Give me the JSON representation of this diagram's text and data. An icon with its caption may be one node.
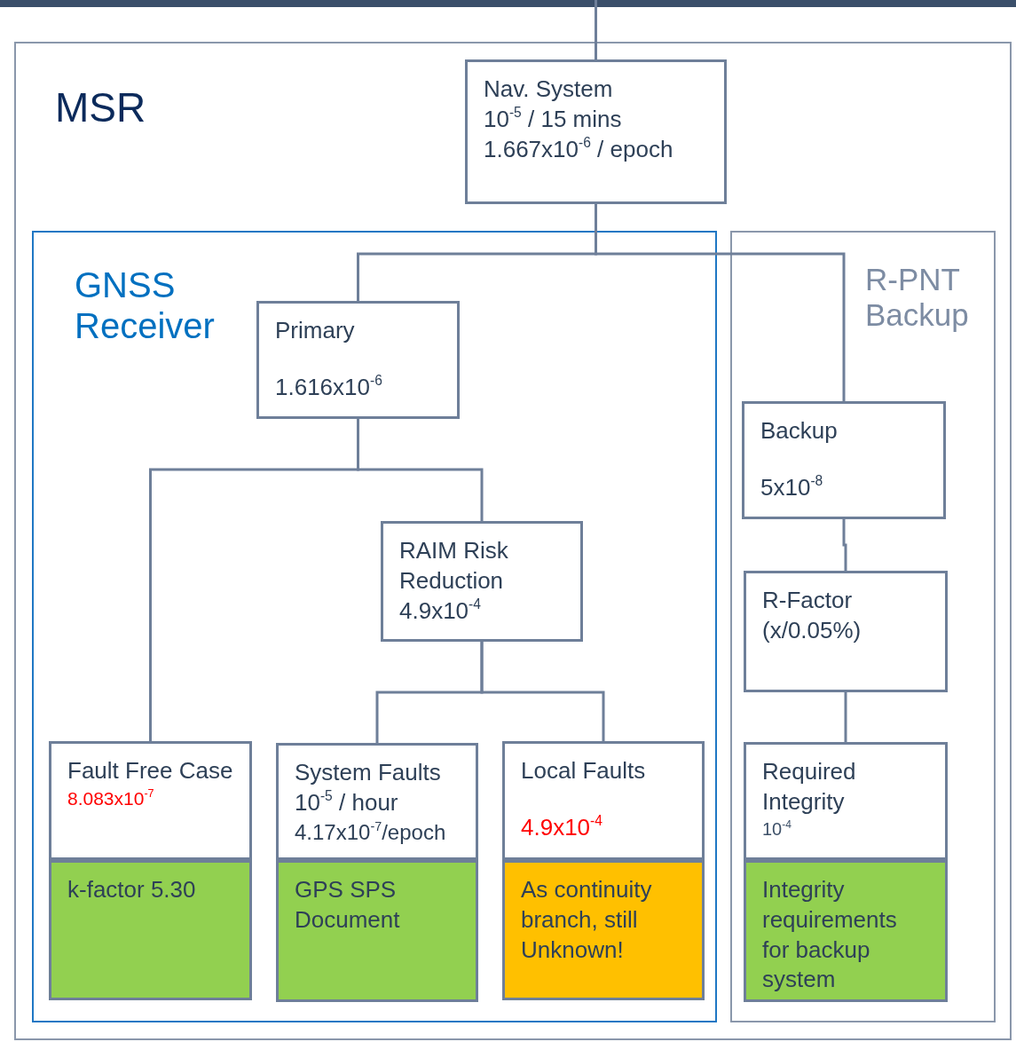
{
  "diagram": {
    "nodes": [
      {
        "text": [
          "MSR"
        ]
      },
      {
        "text": [
          "Nav. System",
          "10$^{-5}$ / 15 mins",
          "1.667x10$^{-6}$ / epoch"
        ],
        "in": 0
      },
      {
        "text": [
          "GNSS Receiver"
        ],
        "in": 0
      },
      {
        "text": [
          "Primary",
          "1.616x10$^{-6}$"
        ],
        "in": 2
      },
      {
        "text": [
          "RAIM Risk Reduction",
          "4.9x10$^{-4}$"
        ],
        "in": 2
      },
      {
        "text": [
          "Fault Free Case",
          "8.083x10$^{-7}$"
        ],
        "in": 2
      },
      {
        "text": [
          "k-factor 5.30"
        ],
        "in": 2
      },
      {
        "text": [
          "System Faults",
          "10$^{-5}$ / hour",
          "4.17x10$^{-7}$/epoch"
        ],
        "in": 2
      },
      {
        "text": [
          "GPS SPS Document"
        ],
        "in": 2
      },
      {
        "text": [
          "Local Faults",
          "4.9x10$^{-4}$"
        ],
        "in": 2
      },
      {
        "text": [
          "As continuity branch, still Unknown!"
        ],
        "in": 2
      },
      {
        "text": [
          "R-PNT Backup"
        ],
        "in": 0
      },
      {
        "text": [
          "Backup",
          "5x10$^{-8}$"
        ],
        "in": 11
      },
      {
        "text": [
          "R-Factor (x/0.05%)"
        ],
        "in": 11
      },
      {
        "text": [
          "Required Integrity",
          "10$^{-4}$"
        ],
        "in": 11
      },
      {
        "text": [
          "Integrity requirements for backup system"
        ],
        "in": 11
      }
    ],
    "edges": [
      {
        "from": null,
        "to": 1,
        "arrow": "none"
      },
      {
        "from": 1,
        "to": 3,
        "arrow": "none"
      },
      {
        "from": 1,
        "to": 12,
        "arrow": "none"
      },
      {
        "from": 3,
        "to": 5,
        "arrow": "none"
      },
      {
        "from": 3,
        "to": 4,
        "arrow": "none"
      },
      {
        "from": 4,
        "to": 7,
        "arrow": "none"
      },
      {
        "from": 4,
        "to": 9,
        "arrow": "none"
      },
      {
        "from": 12,
        "to": 13,
        "arrow": "none"
      },
      {
        "from": 13,
        "to": 14,
        "arrow": "none"
      }
    ]
  }
}
